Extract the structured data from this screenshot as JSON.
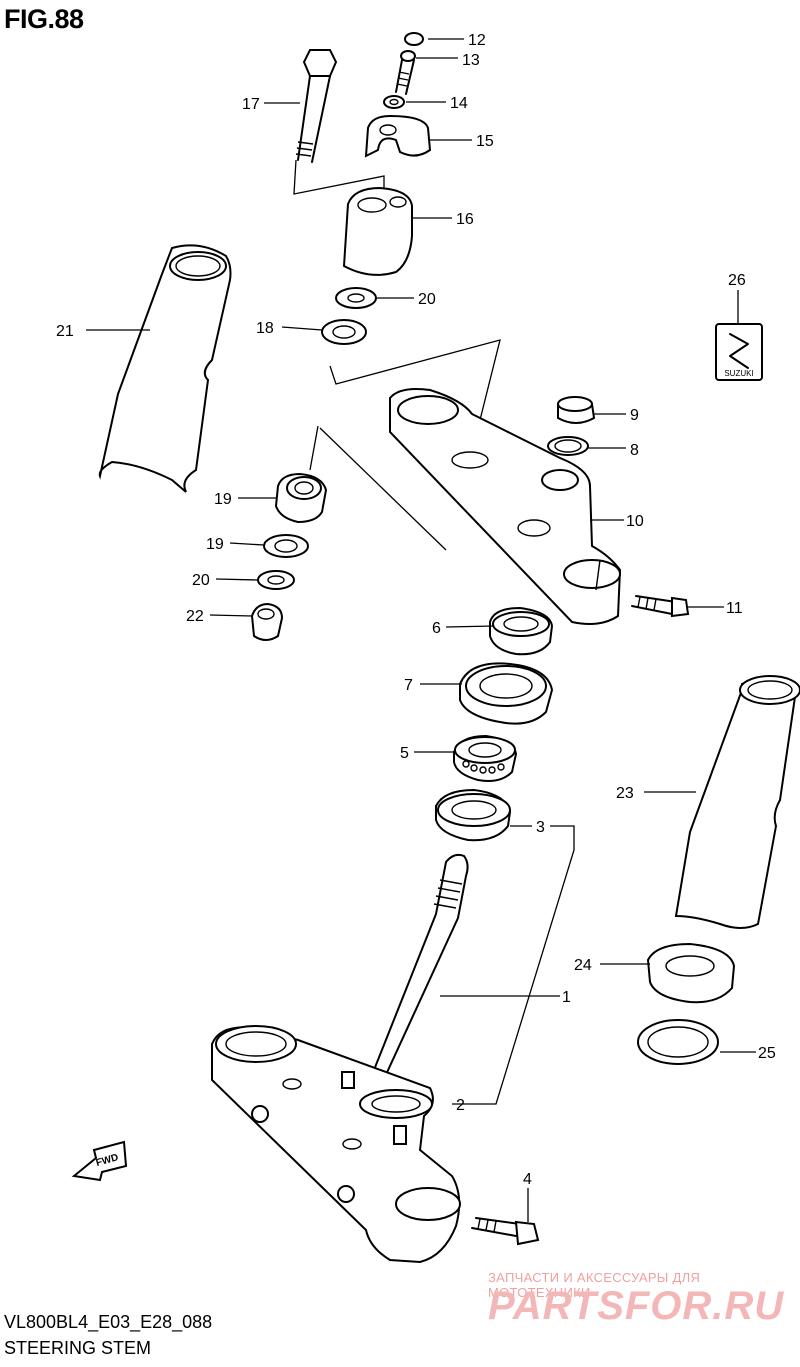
{
  "figure": {
    "title": "FIG.88",
    "model_code": "VL800BL4_E03_E28_088",
    "name": "STEERING STEM"
  },
  "callouts": [
    "1",
    "2",
    "3",
    "4",
    "5",
    "6",
    "7",
    "8",
    "9",
    "10",
    "11",
    "12",
    "13",
    "14",
    "15",
    "16",
    "17",
    "18",
    "19",
    "19",
    "20",
    "20",
    "21",
    "22",
    "23",
    "24",
    "25",
    "26"
  ],
  "emblem_text": "SUZUKI",
  "fwd_label": "FWD",
  "watermark": {
    "tagline": "ЗАПЧАСТИ И АКСЕССУАРЫ ДЛЯ МОТОТЕХНИКИ",
    "brand": "PARTSFOR.RU"
  }
}
